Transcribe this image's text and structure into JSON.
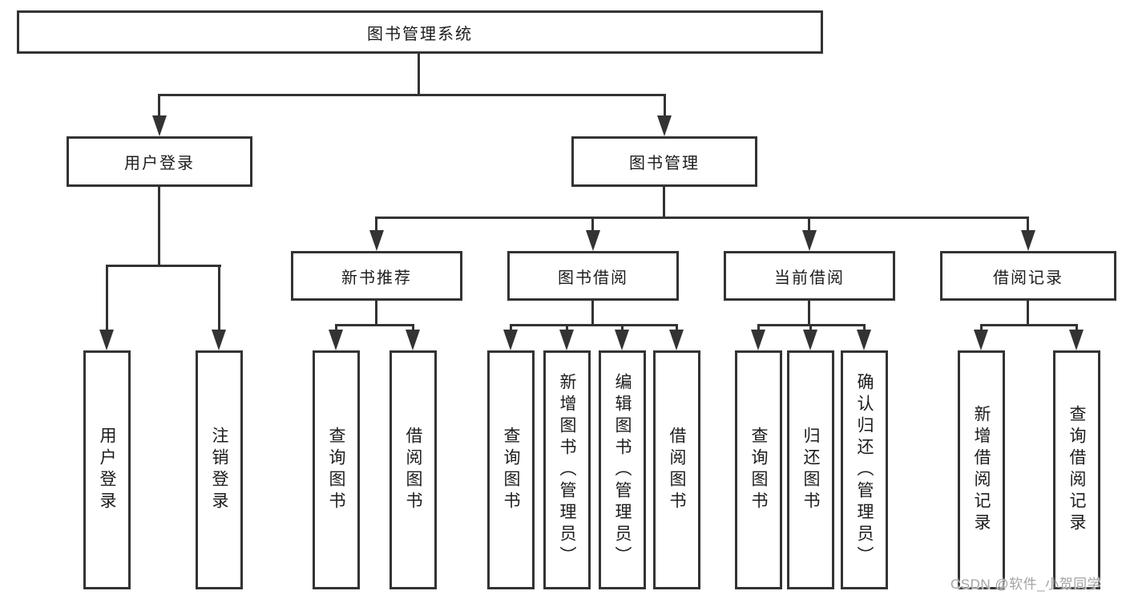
{
  "colors": {
    "line": "#333333",
    "text": "#1c1c1c",
    "background": "#ffffff",
    "box_fill": "#ffffff",
    "watermark": "#a3a3a3"
  },
  "diagram": {
    "root": {
      "label": "图书管理系统"
    },
    "level2": [
      {
        "label": "用户登录"
      },
      {
        "label": "图书管理"
      }
    ],
    "level3": [
      {
        "label": "新书推荐"
      },
      {
        "label": "图书借阅"
      },
      {
        "label": "当前借阅"
      },
      {
        "label": "借阅记录"
      }
    ],
    "leaves": {
      "user_login": [
        {
          "label": "用户登录"
        },
        {
          "label": "注销登录"
        }
      ],
      "new_book": [
        {
          "label": "查询图书"
        },
        {
          "label": "借阅图书"
        }
      ],
      "book_borrow": [
        {
          "label": "查询图书"
        },
        {
          "label": "新增图书（管理员）"
        },
        {
          "label": "编辑图书（管理员）"
        },
        {
          "label": "借阅图书"
        }
      ],
      "current_borrow": [
        {
          "label": "查询图书"
        },
        {
          "label": "归还图书"
        },
        {
          "label": "确认归还（管理员）"
        }
      ],
      "borrow_records": [
        {
          "label": "新增借阅记录"
        },
        {
          "label": "查询借阅记录"
        }
      ]
    }
  },
  "watermark": {
    "text": "CSDN @软件_小贺同学"
  }
}
